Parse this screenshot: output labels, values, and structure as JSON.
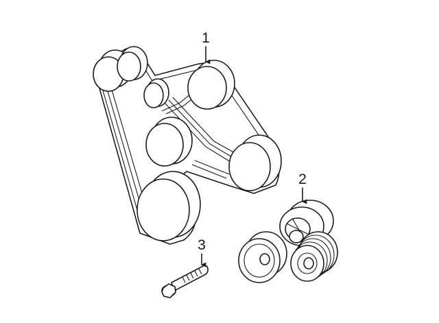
{
  "callouts": {
    "c1": "1",
    "c2": "2",
    "c3": "3"
  },
  "colors": {
    "ink": "#1a1a1a",
    "background": "#ffffff"
  },
  "parts": [
    {
      "ref": "1",
      "kind": "serpentine-belt-icon"
    },
    {
      "ref": "2",
      "kind": "tensioner-pulley-icon"
    },
    {
      "ref": "3",
      "kind": "bolt-icon"
    }
  ]
}
